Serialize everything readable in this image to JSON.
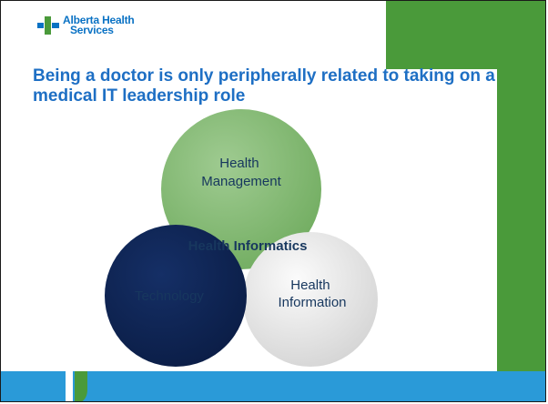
{
  "logo": {
    "line1": "Alberta Health",
    "line2": "Services"
  },
  "title": "Being a doctor is only peripherally related to taking on a medical IT leadership role",
  "diagram": {
    "center_label": "Health Informatics",
    "circles": [
      {
        "label_lines": [
          "Health",
          "Management"
        ],
        "fill": "#8dc07e",
        "text_color": "#17375e"
      },
      {
        "label_lines": [
          "Health",
          "Information"
        ],
        "fill": "#ececec",
        "text_color": "#17375e"
      },
      {
        "label_lines": [
          "Technology"
        ],
        "fill": "#0f2656",
        "text_color": "#17375e"
      }
    ]
  },
  "colors": {
    "brand_green": "#4a9a3a",
    "brand_blue": "#2a9ad8",
    "title_blue": "#1e6fc4"
  }
}
